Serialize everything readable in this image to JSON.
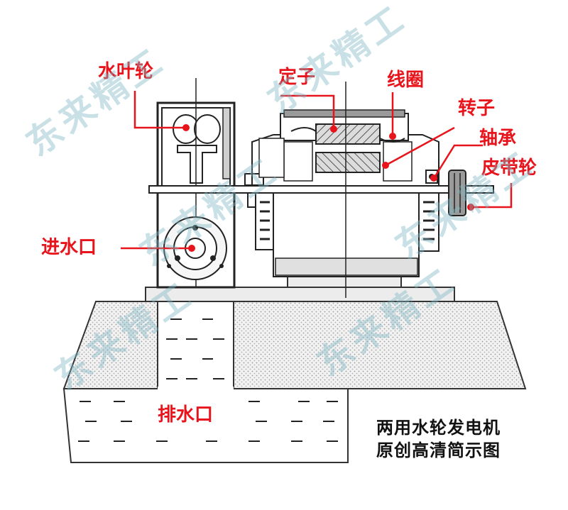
{
  "labels": {
    "impeller": "水叶轮",
    "stator": "定子",
    "coil": "线圈",
    "rotor": "转子",
    "bearing": "轴承",
    "pulley": "皮带轮",
    "inlet": "进水口",
    "outlet": "排水口"
  },
  "caption": {
    "line1": "两用水轮发电机",
    "line2": "原创高清简示图"
  },
  "watermark": {
    "text": "东来精工"
  },
  "colors": {
    "label_red": "#e8141c",
    "watermark": "#7fb9c4",
    "line": "#111111",
    "ground_fill": "#efefef",
    "machine_gray": "#9a9a9a",
    "light_gray": "#d8d8d8"
  }
}
